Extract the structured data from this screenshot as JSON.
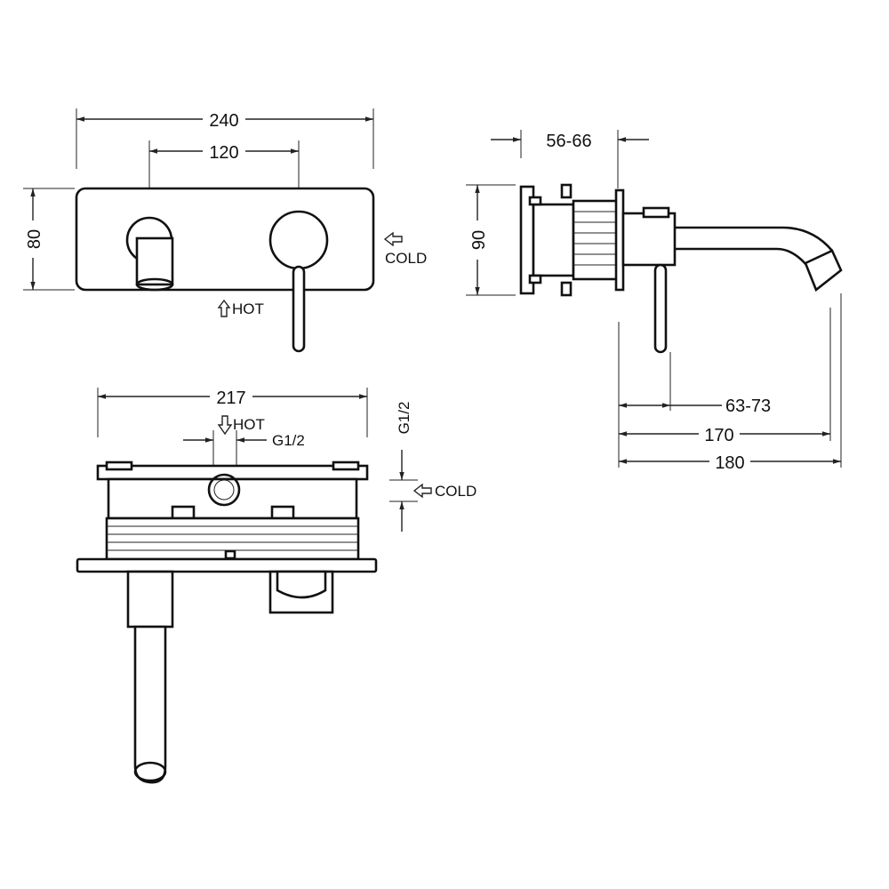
{
  "front_view": {
    "width": "240",
    "centers": "120",
    "height": "80",
    "cold": "COLD",
    "hot": "HOT"
  },
  "side_view": {
    "wall_depth": "56-66",
    "height": "90",
    "lever_offset": "63-73",
    "spout_projection": "170",
    "overall_depth": "180"
  },
  "body_view": {
    "width": "217",
    "hot": "HOT",
    "hot_thread": "G1/2",
    "cold_thread": "G1/2",
    "cold": "COLD"
  },
  "colors": {
    "line": "#111111",
    "background": "#ffffff"
  }
}
